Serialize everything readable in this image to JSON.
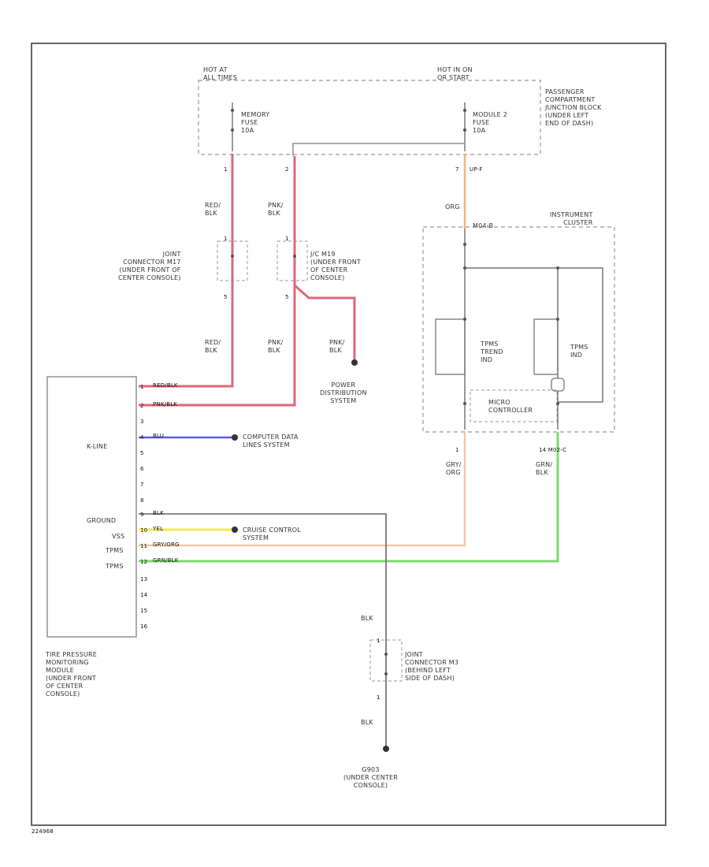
{
  "labels": {
    "hot_at_all_times": "HOT AT\nALL TIMES",
    "hot_in_on": "HOT IN ON\nOR START",
    "memory_fuse": "MEMORY\nFUSE\n10A",
    "module2_fuse": "MODULE 2\nFUSE\n10A",
    "pass_jb": "PASSENGER\nCOMPARTMENT\nJUNCTION BLOCK\n(UNDER LEFT\nEND OF DASH)",
    "inst_cluster": "INSTRUMENT\nCLUSTER",
    "joint_m17": "JOINT\nCONNECTOR M17\n(UNDER FRONT OF\nCENTER CONSOLE)",
    "lc_m19": "J/C M19\n(UNDER FRONT\nOF CENTER\nCONSOLE)",
    "power_dist": "POWER\nDISTRIBUTION\nSYSTEM",
    "tpms_trend_ind": "TPMS\nTREND\nIND",
    "tpms_ind": "TPMS\nIND",
    "micro_controller": "MICRO\nCONTROLLER",
    "computer_data": "COMPUTER DATA\nLINES SYSTEM",
    "cruise_control": "CRUISE CONTROL\nSYSTEM",
    "tpm_module": "TIRE PRESSURE\nMONITORING\nMODULE\n(UNDER FRONT\nOF CENTER\nCONSOLE)",
    "joint_m3": "JOINT\nCONNECTOR M3\n(BEHIND LEFT\nSIDE OF DASH)",
    "g903": "G903\n(UNDER CENTER\nCONSOLE)",
    "k_line": "K-LINE",
    "ground": "GROUND",
    "vss": "VSS",
    "tpms1": "TPMS",
    "tpms2": "TPMS",
    "fig_id": "224968"
  },
  "wires": {
    "red_blk": "RED/\nBLK",
    "pnk_blk": "PNK/\nBLK",
    "org": "ORG",
    "gry_org": "GRY/\nORG",
    "grn_blk": "GRN/\nBLK",
    "blk": "BLK",
    "red_blk_pin": "RED/BLK",
    "pnk_blk_pin": "PNK/BLK",
    "blu_pin": "BLU",
    "blk_pin": "BLK",
    "yel_pin": "YEL",
    "gry_org_pin": "GRY/ORG",
    "grn_blk_pin": "GRN/BLK"
  },
  "pins": {
    "p1": "1",
    "p2": "2",
    "p3": "3",
    "p4": "4",
    "p5": "5",
    "p6": "6",
    "p7": "7",
    "p8": "8",
    "p9": "9",
    "p10": "10",
    "p11": "11",
    "p12": "12",
    "p13": "13",
    "p14": "14",
    "p15": "15",
    "p16": "16",
    "mem_pin": "1",
    "j_pin": "2",
    "pin_7": "7",
    "up_f": "UP-F",
    "m_top": "M04-B",
    "c_pin": "1",
    "m_bot": "14  M02-C",
    "j17_top": "1",
    "j17_bot": "5",
    "j19_top": "1",
    "j19_bot": "5"
  },
  "colors": {
    "red_blk": "#e0667a",
    "pnk_blk": "#e0667a",
    "org": "#f6b47a",
    "gry_org": "#eec9a2",
    "grn_blk": "#7ed870",
    "blu": "#5a5af0",
    "yel": "#f0ee50",
    "blk": "#555555",
    "dashed": "#999999",
    "frame": "#666666"
  }
}
